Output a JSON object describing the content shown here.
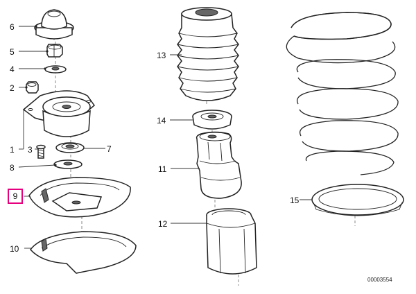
{
  "diagram": {
    "callouts": [
      {
        "key": "c6",
        "label": "6"
      },
      {
        "key": "c5",
        "label": "5"
      },
      {
        "key": "c4",
        "label": "4"
      },
      {
        "key": "c2",
        "label": "2"
      },
      {
        "key": "c1",
        "label": "1"
      },
      {
        "key": "c3",
        "label": "3"
      },
      {
        "key": "c7",
        "label": "7"
      },
      {
        "key": "c8",
        "label": "8"
      },
      {
        "key": "c9",
        "label": "9",
        "highlighted": true
      },
      {
        "key": "c10",
        "label": "10"
      },
      {
        "key": "c13",
        "label": "13"
      },
      {
        "key": "c14",
        "label": "14"
      },
      {
        "key": "c11",
        "label": "11"
      },
      {
        "key": "c12",
        "label": "12"
      },
      {
        "key": "c15",
        "label": "15"
      }
    ],
    "part_id": "00003554",
    "highlight_color": "#e6007e"
  }
}
